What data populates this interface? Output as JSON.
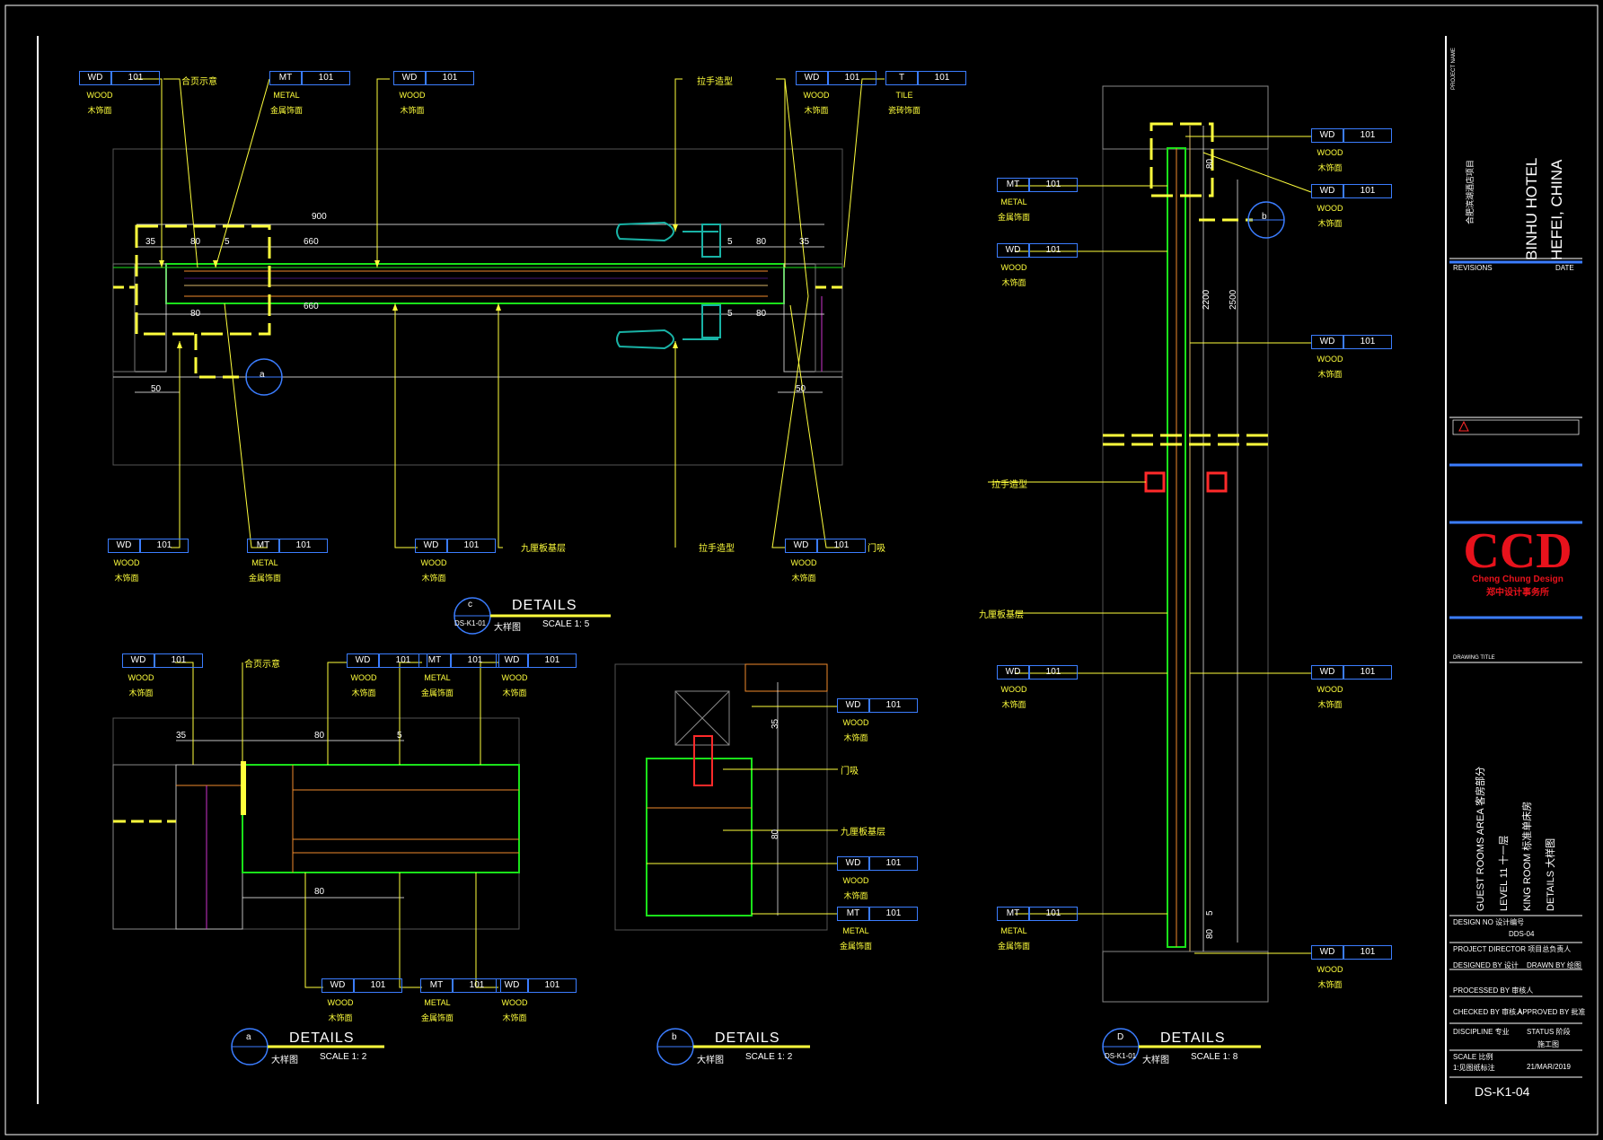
{
  "title_block": {
    "project_name_label": "PROJECT NAME",
    "project_cn": "合肥滨湖酒店项目",
    "project_line1": "BINHU HOTEL",
    "project_line2": "HEFEI, CHINA",
    "revisions": "REVISIONS",
    "date": "DATE",
    "company_logo": "CCD",
    "company_sub": "Cheng Chung Design",
    "company_cn": "郑中设计事务所",
    "drawing_title_label": "DRAWING TITLE",
    "drawing_title_lines": [
      "GUEST ROOMS AREA  客房部分",
      "LEVEL 11  十一层",
      "KING ROOM  标准单床房",
      "DETAILS  大样图"
    ],
    "design_no_label": "DESIGN NO 设计编号",
    "design_no": "DDS-04",
    "project_director": "PROJECT DIRECTOR 项目总负责人",
    "designed_by": "DESIGNED BY 设计",
    "drawn_by": "DRAWN BY 绘图",
    "processed_by": "PROCESSED BY 审核人",
    "checked_by": "CHECKED BY 审核人",
    "approved_by": "APPROVED BY 批准",
    "discipline": "DISCIPLINE 专业",
    "status": "STATUS 阶段",
    "status_value": "施工图",
    "scale": "SCALE 比例",
    "scale_value": "1:见图纸标注",
    "date_value": "21/MAR/2019",
    "sheet_no": "DS-K1-04"
  },
  "details": [
    {
      "bubble": "c",
      "ref": "DS-K1-01",
      "title": "DETAILS",
      "sub": "大样图",
      "scale": "SCALE 1:  5"
    },
    {
      "bubble": "a",
      "ref": "",
      "title": "DETAILS",
      "sub": "大样图",
      "scale": "SCALE 1:  2"
    },
    {
      "bubble": "b",
      "ref": "",
      "title": "DETAILS",
      "sub": "大样图",
      "scale": "SCALE 1:  2"
    },
    {
      "bubble": "D",
      "ref": "DS-K1-01",
      "title": "DETAILS",
      "sub": "大样图",
      "scale": "SCALE 1:  8"
    }
  ],
  "materials": {
    "wood_en": "WOOD",
    "wood_cn": "木饰面",
    "metal_en": "METAL",
    "metal_cn": "金属饰面",
    "tile_en": "TILE",
    "tile_cn": "瓷砖饰面"
  },
  "notes": {
    "hinge": "合页示意",
    "handle": "拉手造型",
    "plywood": "九厘板基层",
    "door_stop": "门吸"
  },
  "codes": {
    "wd": "WD",
    "mt": "MT",
    "t": "T",
    "num": "101"
  },
  "dims": {
    "top": [
      "900",
      "660",
      "35",
      "80",
      "5",
      "80",
      "35",
      "5",
      "660",
      "80",
      "80",
      "5",
      "50",
      "50"
    ],
    "a": [
      "35",
      "80",
      "5",
      "80"
    ],
    "b": [
      "35",
      "80"
    ],
    "D": [
      "2200",
      "2500",
      "80",
      "80",
      "5"
    ],
    "top_bubble": "a",
    "d_bubble": "b"
  }
}
